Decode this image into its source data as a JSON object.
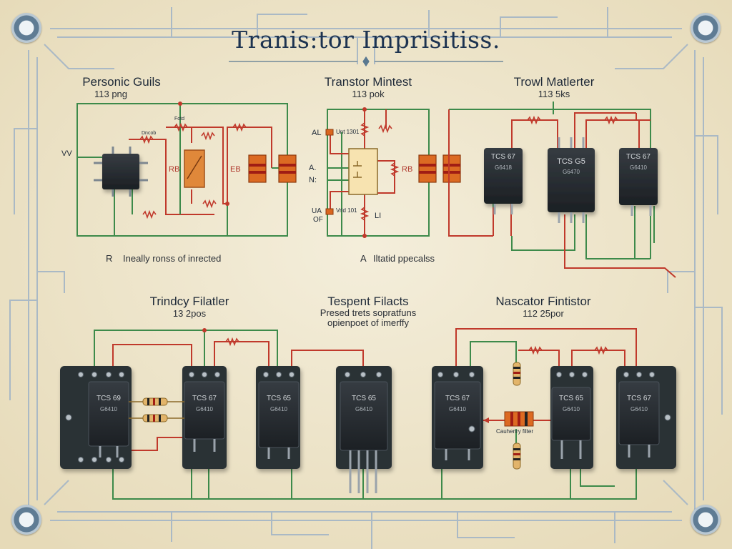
{
  "title": "Tranis:tor Imprisitiss.",
  "panels": {
    "p1": {
      "title": "Personic Guils",
      "sub": "113 png",
      "note": "Ineally ronss of inrected",
      "note_marker": "R"
    },
    "p2": {
      "title": "Transtor Mintest",
      "sub": "113 pok",
      "note": "Iltatid ppecalss",
      "note_marker": "A"
    },
    "p3": {
      "title": "Trowl Matlerter",
      "sub": "113 5ks"
    },
    "p4": {
      "title": "Trindcy Filatler",
      "sub": "13 2pos"
    },
    "p5": {
      "title": "Tespent Filacts",
      "sub": "Presed trets sopratfuns",
      "sub2": "opienpoet of imerffy"
    },
    "p6": {
      "title": "Nascator Fintistor",
      "sub": "112 25por"
    }
  },
  "labels": {
    "vv": "VV",
    "r_b": "RB",
    "e_b": "EB",
    "r_b2": "RB",
    "u1": "AL",
    "u2": "A.",
    "u3": "N:",
    "u4": "UA",
    "u5": "OF",
    "u6": "LI",
    "tiny_a": "Fotd",
    "tiny_b": "Dncob",
    "tiny_c": "Unt 1301",
    "tiny_d": "Vrld 101",
    "coupler": "Cauhenry filter"
  },
  "chips": {
    "c1": {
      "a": "TCS 67",
      "b": "G6418"
    },
    "c2": {
      "a": "TCS G5",
      "b": "G6470"
    },
    "c3": {
      "a": "TCS 67",
      "b": "G6410"
    },
    "c4": {
      "a": "TCS 69",
      "b": "G6410"
    },
    "c5": {
      "a": "TCS 67",
      "b": "G6410"
    },
    "c6": {
      "a": "TCS 65",
      "b": "G6410"
    },
    "c7": {
      "a": "TCS 65",
      "b": "G6410"
    },
    "c8": {
      "a": "TCS 67",
      "b": "G6410"
    },
    "c9": {
      "a": "TCS 65",
      "b": "G6410"
    },
    "c10": {
      "a": "TCS 67",
      "b": "G6410"
    }
  },
  "colors": {
    "paper": "#efe6cc",
    "trace": "#a9b8c4",
    "wire_green": "#3d8a4a",
    "wire_red": "#c0392b",
    "chip": "#262b30",
    "resistor": "#d9661f"
  }
}
